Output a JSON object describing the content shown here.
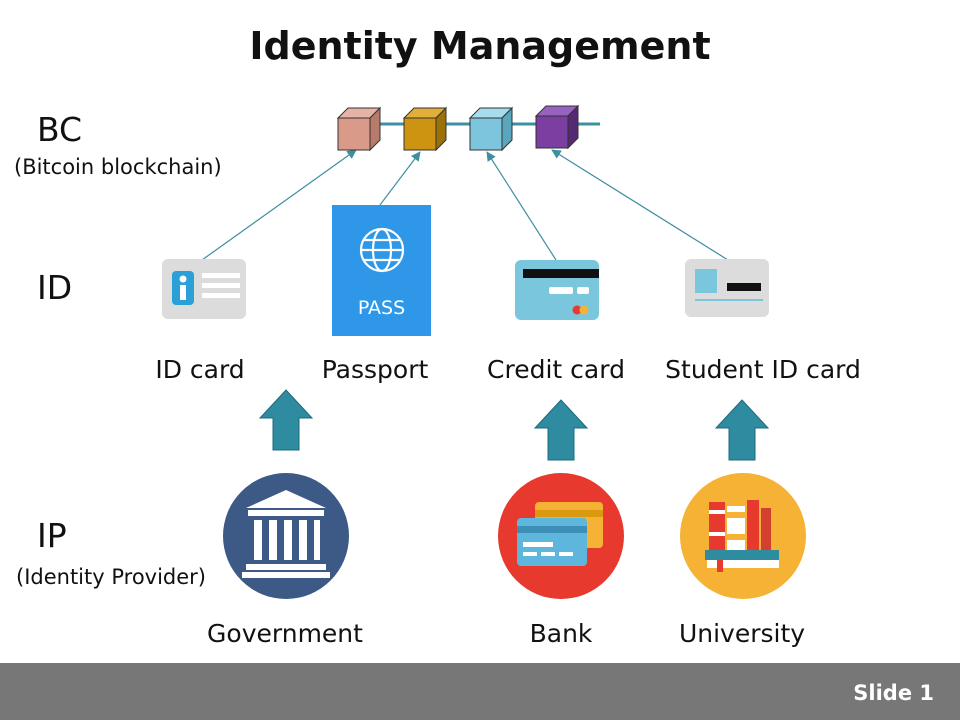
{
  "title": "Identity Management",
  "rows": {
    "bc": {
      "label": "BC",
      "sub": "(Bitcoin blockchain)"
    },
    "id": {
      "label": "ID"
    },
    "ip": {
      "label": "IP",
      "sub": "(Identity Provider)"
    }
  },
  "blockchain": {
    "blocks": [
      {
        "name": "block-1",
        "color": "#d99a8a"
      },
      {
        "name": "block-2",
        "color": "#cc9410"
      },
      {
        "name": "block-3",
        "color": "#7cc5dc"
      },
      {
        "name": "block-4",
        "color": "#7a3fa0"
      }
    ],
    "chain_color": "#3e8fa0"
  },
  "ids": [
    {
      "label": "ID card",
      "icon": "id-card-icon"
    },
    {
      "label": "Passport",
      "icon": "passport-icon",
      "icon_text": "PASS"
    },
    {
      "label": "Credit card",
      "icon": "credit-card-icon"
    },
    {
      "label": "Student ID card",
      "icon": "student-id-card-icon"
    }
  ],
  "providers": [
    {
      "label": "Government",
      "icon": "government-building-icon",
      "color": "#3d5a87"
    },
    {
      "label": "Bank",
      "icon": "bank-cards-icon",
      "color": "#e8392e"
    },
    {
      "label": "University",
      "icon": "university-books-icon",
      "color": "#f5b234"
    }
  ],
  "arrow_color": "#2e8ba0",
  "footer": {
    "slide": "Slide 1"
  }
}
